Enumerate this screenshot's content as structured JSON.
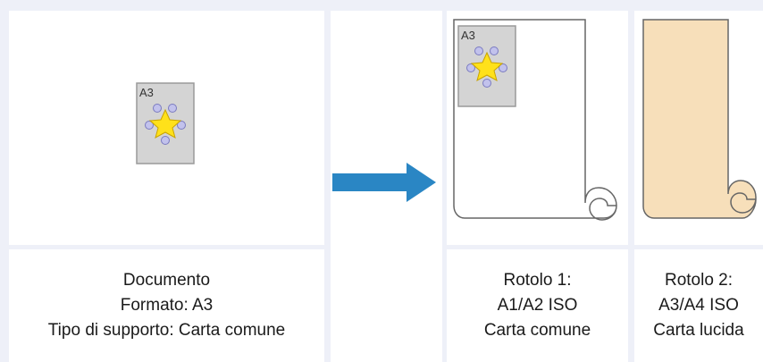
{
  "document": {
    "page_label": "A3",
    "caption": {
      "line1": "Documento",
      "line2": "Formato: A3",
      "line3": "Tipo di supporto: Carta comune"
    }
  },
  "roll1": {
    "page_label": "A3",
    "caption": {
      "line1": "Rotolo 1:",
      "line2": "A1/A2 ISO",
      "line3": "Carta comune"
    }
  },
  "roll2": {
    "caption": {
      "line1": "Rotolo 2:",
      "line2": "A3/A4 ISO",
      "line3": "Carta lucida"
    }
  },
  "colors": {
    "background": "#eef0f8",
    "arrow": "#2a86c4",
    "plain_paper": "#ffffff",
    "glossy_paper": "#f7dfba",
    "page_grey": "#d4d4d4",
    "star": "#ffe11a",
    "dot": "#c2c2ec"
  }
}
